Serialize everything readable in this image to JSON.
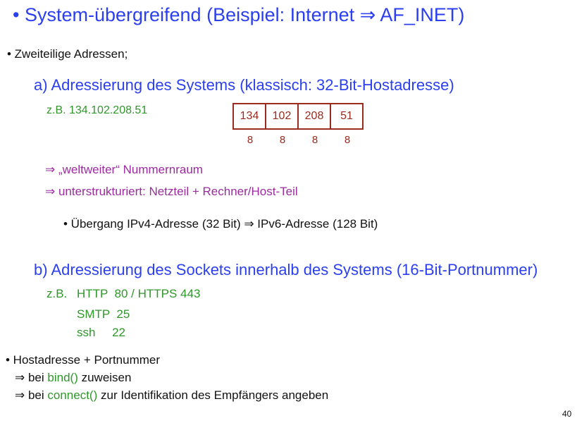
{
  "title": "• System-übergreifend  (Beispiel:  Internet  ⇒ AF_INET)",
  "item1": "•  Zweiteilige Adressen;",
  "a": {
    "heading": "a) Adressierung des Systems (klassisch: 32-Bit-Hostadresse)",
    "example": "z.B. 134.102.208.51",
    "octets": [
      "134",
      "102",
      "208",
      "51"
    ],
    "bits": [
      "8",
      "8",
      "8",
      "8"
    ],
    "note1": "⇒ „weltweiter“ Nummernraum",
    "note2": "⇒ unterstrukturiert:  Netzteil + Rechner/Host-Teil",
    "sub": "•  Übergang IPv4-Adresse (32 Bit) ⇒ IPv6-Adresse (128 Bit)"
  },
  "b": {
    "heading": "b) Adressierung des Sockets innerhalb des Systems (16-Bit-Portnummer)",
    "prefix": "z.B.",
    "ports": [
      "HTTP  80 / HTTPS 443",
      "SMTP  25",
      "ssh     22"
    ]
  },
  "item2": {
    "text": "•  Hostadresse + Portnummer",
    "l1_pre": "⇒ bei ",
    "l1_fn": "bind()",
    "l1_post": " zuweisen",
    "l2_pre": "⇒ bei ",
    "l2_fn": "connect()",
    "l2_post": " zur Identifikation des Empfängers angeben"
  },
  "page_number": "40"
}
